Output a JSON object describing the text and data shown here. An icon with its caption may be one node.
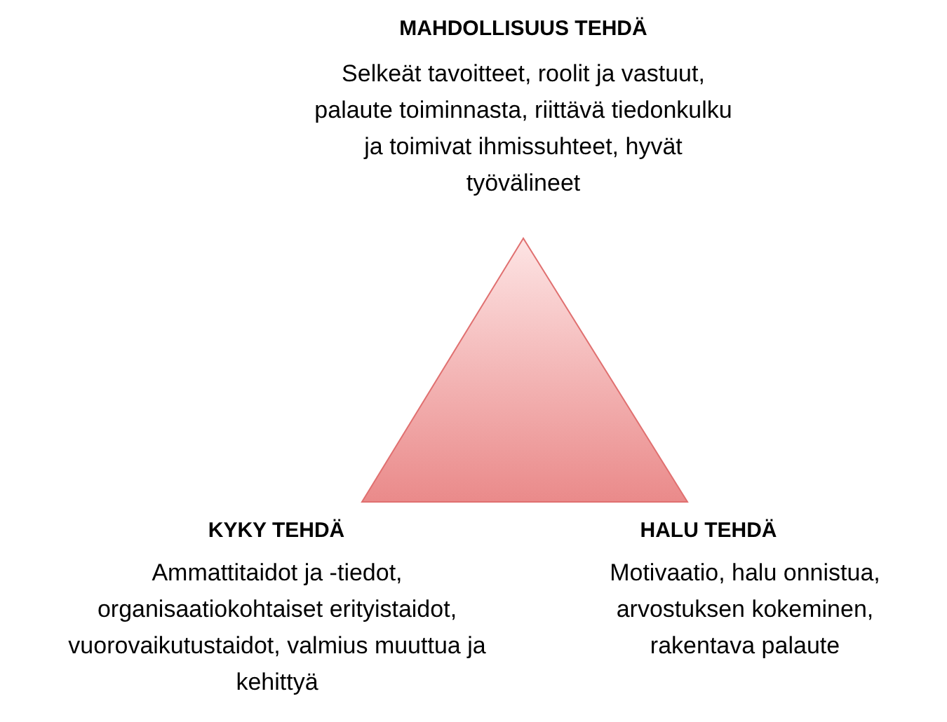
{
  "diagram": {
    "nodes": [
      {
        "text": [],
        "shape": "triangle"
      }
    ],
    "labels": [
      "MAHDOLLISUUS TEHDÄ",
      "Selkeät tavoitteet, roolit ja vastuut, palaute toiminnasta, riittävä tiedonkulku ja toimivat ihmissuhteet, hyvät työvälineet",
      "KYKY TEHDÄ",
      "Ammattitaidot ja -tiedot, organisaatiokohtaiset erityistaidot, vuorovaikutustaidot, valmius muuttua ja kehittyä",
      "HALU TEHDÄ",
      "Motivaatio, halu onnistua, arvostuksen kokeminen, rakentava palaute"
    ]
  }
}
